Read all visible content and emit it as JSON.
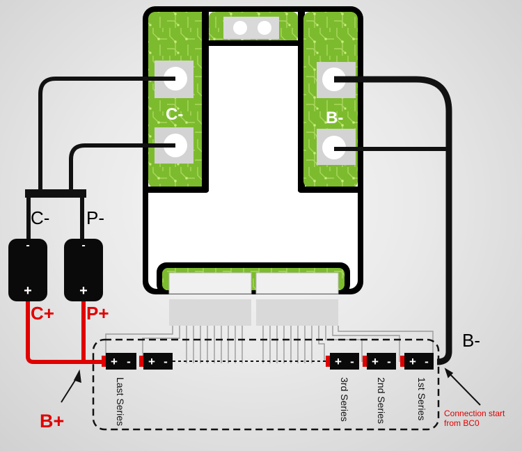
{
  "board": {
    "left_label": "C-",
    "right_label": "B-"
  },
  "terminals": {
    "c_minus": "C-",
    "p_minus": "P-",
    "c_plus": "C+",
    "p_plus": "P+"
  },
  "battery_pack": {
    "cells": [
      {
        "label": "Last Series",
        "plus": "+",
        "minus": "-"
      },
      {
        "label": "",
        "plus": "+",
        "minus": "-"
      },
      {
        "label": "3rd Series",
        "plus": "+",
        "minus": "-"
      },
      {
        "label": "2nd Series",
        "plus": "+",
        "minus": "-"
      },
      {
        "label": "1st Series",
        "plus": "+",
        "minus": "-"
      }
    ]
  },
  "callouts": {
    "b_plus": "B+",
    "b_minus": "B-",
    "connection_start_line1": "Connection start",
    "connection_start_line2": "from BC0"
  },
  "colors": {
    "pcb_green": "#7dbb2e",
    "wire": "#111111",
    "positive": "#e00000",
    "note_red": "#e00000"
  }
}
